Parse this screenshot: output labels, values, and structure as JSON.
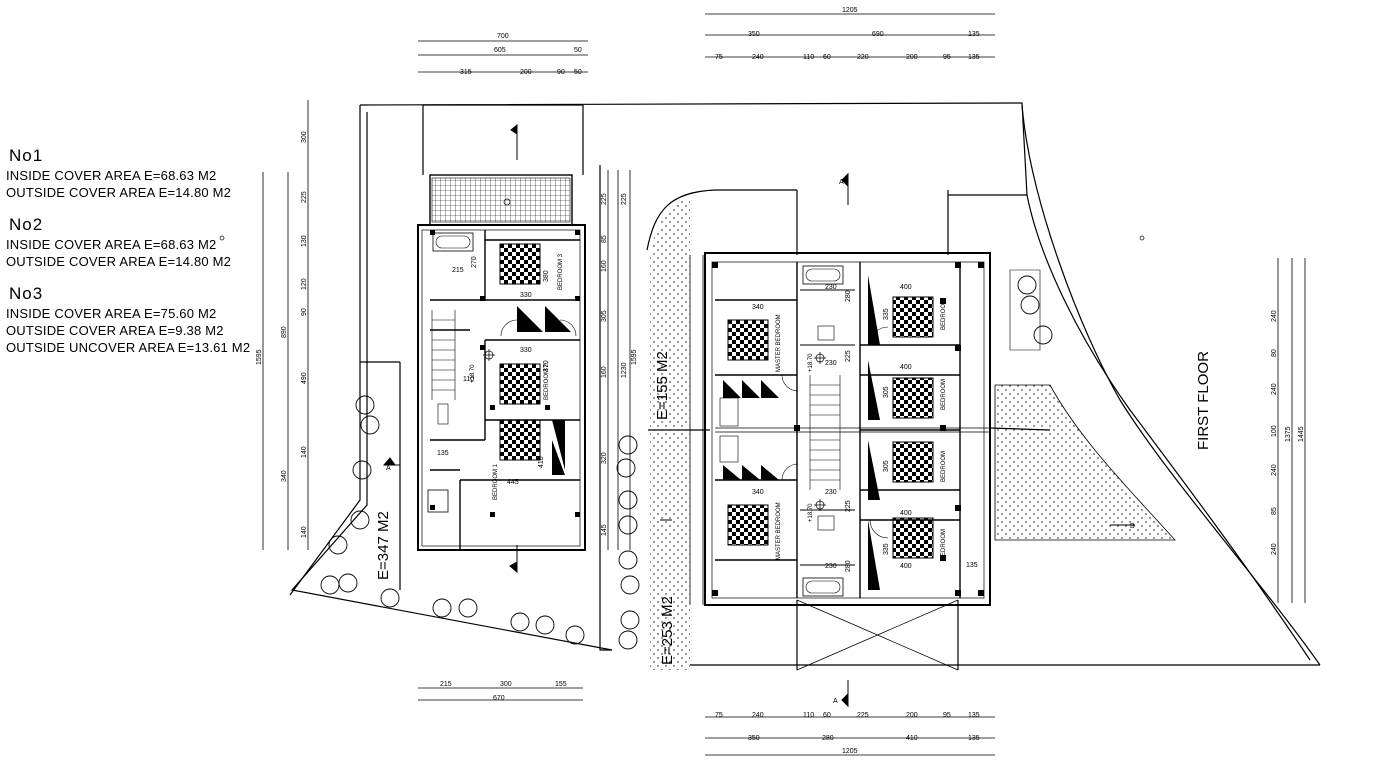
{
  "units": [
    {
      "title": "No1",
      "lines": [
        "INSIDE COVER AREA E=68.63 M2",
        "OUTSIDE COVER AREA E=14.80 M2"
      ]
    },
    {
      "title": "No2",
      "lines": [
        "INSIDE COVER AREA E=68.63 M2",
        "OUTSIDE COVER AREA E=14.80 M2"
      ]
    },
    {
      "title": "No3",
      "lines": [
        "INSIDE COVER AREA E=75.60 M2",
        "OUTSIDE COVER AREA E=9.38 M2",
        "OUTSIDE UNCOVER AREA E=13.61 M2"
      ]
    }
  ],
  "plan": {
    "floor_label": "FIRST FLOOR",
    "plot_area_left": "E=347 M2",
    "plot_area_mid": "E=155 M2",
    "plot_area_bottom": "E=253 M2",
    "section_mark_a": "A",
    "section_mark_b": "B",
    "levels": {
      "left": "+18.70",
      "right_top": "+18.70",
      "right_bottom": "+18.70"
    }
  },
  "rooms": {
    "bedroom1": "BEDROOM 1",
    "bedroom2": "BEDROOM 2",
    "bedroom3": "BEDROOM 3",
    "master_bedroom": "MASTER BEDROOM",
    "bedroom": "BEDROOM"
  },
  "dimensions": {
    "left_top": {
      "total": "700",
      "row2": [
        "605",
        "50"
      ],
      "row3": [
        "315",
        "200",
        "90",
        "50"
      ]
    },
    "left_bottom": {
      "row1": [
        "215",
        "300",
        "155"
      ],
      "total": "670"
    },
    "right_top": {
      "total": "1205",
      "row2": [
        "350",
        "690",
        "135"
      ],
      "row3": [
        "75",
        "240",
        "110",
        "60",
        "220",
        "200",
        "95",
        "135"
      ]
    },
    "right_bottom": {
      "row1": [
        "75",
        "240",
        "110",
        "60",
        "225",
        "200",
        "95",
        "135"
      ],
      "row2": [
        "350",
        "280",
        "410",
        "135"
      ],
      "total": "1205"
    },
    "left_vertical": {
      "total": "1595",
      "inner": "890",
      "parts": [
        "300",
        "225",
        "130",
        "120",
        "90",
        "490",
        "140",
        "340",
        "140"
      ]
    },
    "mid_vertical": {
      "a": "225",
      "b": "225",
      "c": "1230",
      "d": "1595",
      "parts": [
        "85",
        "160",
        "305",
        "160",
        "320",
        "145"
      ]
    },
    "right_vertical": {
      "total": "1445",
      "inner": "1375",
      "parts": [
        "240",
        "80",
        "240",
        "100",
        "240",
        "85",
        "240"
      ]
    },
    "interior": [
      "330",
      "330",
      "445",
      "110",
      "135",
      "215",
      "270",
      "380",
      "370",
      "410",
      "340",
      "340",
      "400",
      "400",
      "400",
      "400",
      "230",
      "230",
      "230",
      "230",
      "225",
      "225",
      "335",
      "305",
      "305",
      "335",
      "280",
      "280",
      "135"
    ]
  }
}
